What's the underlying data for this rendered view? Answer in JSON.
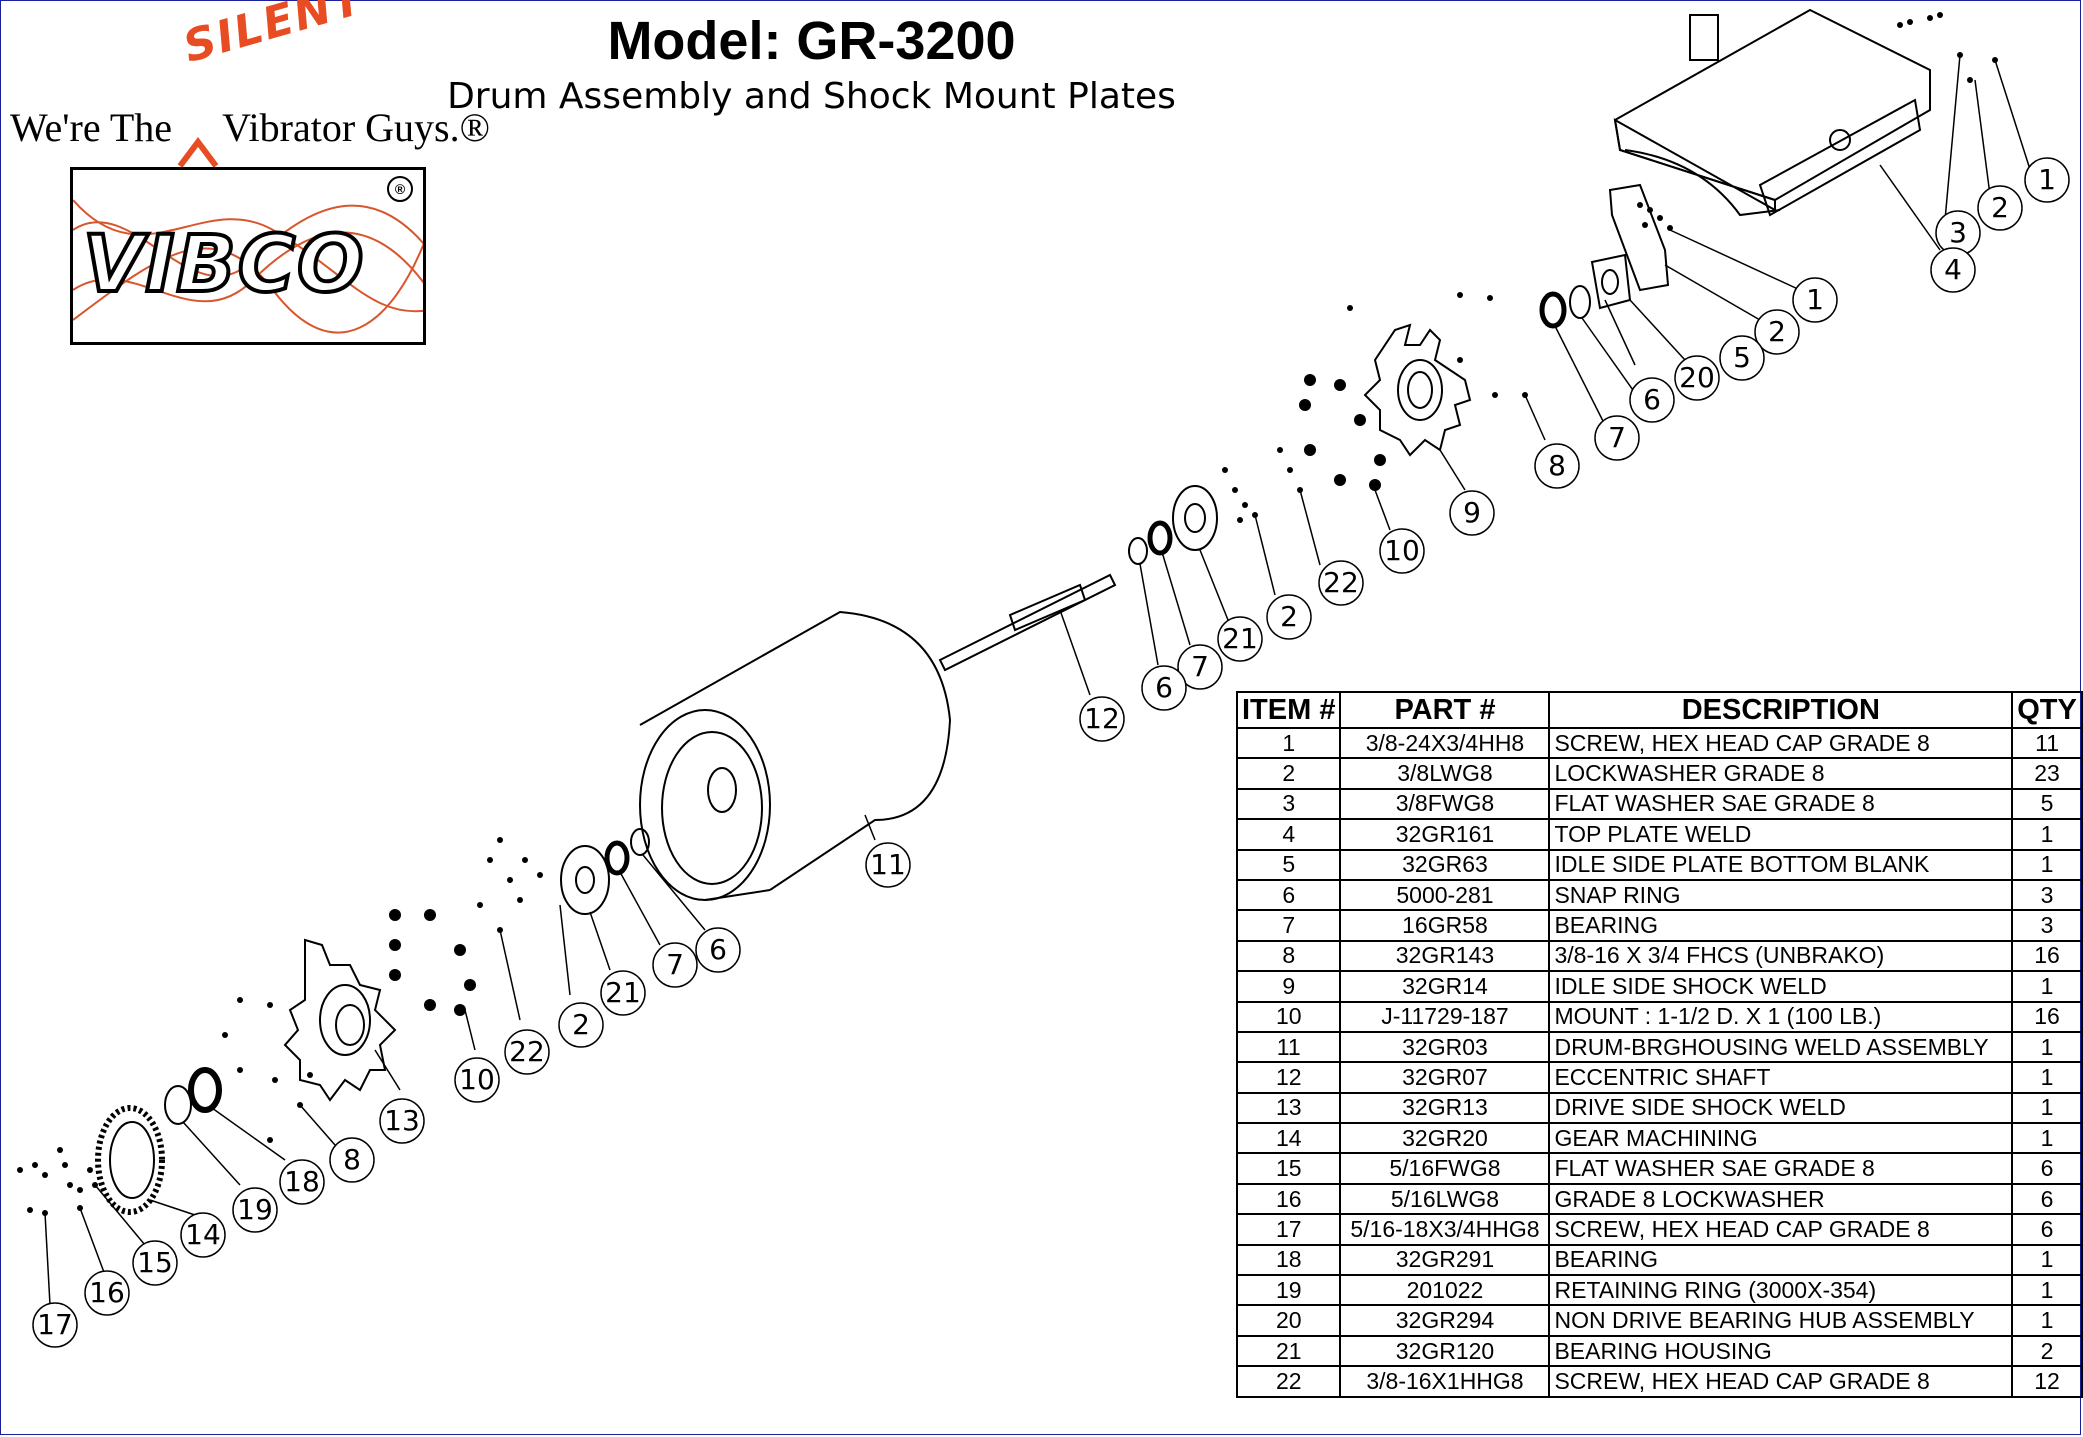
{
  "header": {
    "title": "Model: GR-3200",
    "subtitle": "Drum Assembly and Shock Mount Plates"
  },
  "branding": {
    "tagline_start": "We're The",
    "tagline_end": "Vibrator Guys.®",
    "tagline_insert": "SILENT",
    "logo_text": "VIBCO",
    "logo_mark": "®",
    "accent_color": "#e84c22"
  },
  "parts_table": {
    "headers": [
      "ITEM #",
      "PART #",
      "DESCRIPTION",
      "QTY"
    ],
    "rows": [
      {
        "item": "1",
        "part": "3/8-24X3/4HH8",
        "description": "SCREW, HEX HEAD CAP GRADE 8",
        "qty": "11"
      },
      {
        "item": "2",
        "part": "3/8LWG8",
        "description": "LOCKWASHER GRADE 8",
        "qty": "23"
      },
      {
        "item": "3",
        "part": "3/8FWG8",
        "description": "FLAT WASHER SAE GRADE 8",
        "qty": "5"
      },
      {
        "item": "4",
        "part": "32GR161",
        "description": "TOP PLATE WELD",
        "qty": "1"
      },
      {
        "item": "5",
        "part": "32GR63",
        "description": "IDLE SIDE PLATE BOTTOM BLANK",
        "qty": "1"
      },
      {
        "item": "6",
        "part": "5000-281",
        "description": "SNAP RING",
        "qty": "3"
      },
      {
        "item": "7",
        "part": "16GR58",
        "description": "BEARING",
        "qty": "3"
      },
      {
        "item": "8",
        "part": "32GR143",
        "description": "3/8-16 X 3/4 FHCS (UNBRAKO)",
        "qty": "16"
      },
      {
        "item": "9",
        "part": "32GR14",
        "description": "IDLE SIDE SHOCK WELD",
        "qty": "1"
      },
      {
        "item": "10",
        "part": "J-11729-187",
        "description": "MOUNT : 1-1/2 D. X 1 (100 LB.)",
        "qty": "16"
      },
      {
        "item": "11",
        "part": "32GR03",
        "description": "DRUM-BRGHOUSING WELD ASSEMBLY",
        "qty": "1"
      },
      {
        "item": "12",
        "part": "32GR07",
        "description": "ECCENTRIC SHAFT",
        "qty": "1"
      },
      {
        "item": "13",
        "part": "32GR13",
        "description": "DRIVE SIDE SHOCK WELD",
        "qty": "1"
      },
      {
        "item": "14",
        "part": "32GR20",
        "description": "GEAR MACHINING",
        "qty": "1"
      },
      {
        "item": "15",
        "part": "5/16FWG8",
        "description": "FLAT WASHER SAE GRADE 8",
        "qty": "6"
      },
      {
        "item": "16",
        "part": "5/16LWG8",
        "description": "GRADE 8 LOCKWASHER",
        "qty": "6"
      },
      {
        "item": "17",
        "part": "5/16-18X3/4HHG8",
        "description": "SCREW, HEX HEAD CAP GRADE 8",
        "qty": "6"
      },
      {
        "item": "18",
        "part": "32GR291",
        "description": "BEARING",
        "qty": "1"
      },
      {
        "item": "19",
        "part": "201022",
        "description": "RETAINING RING (3000X-354)",
        "qty": "1"
      },
      {
        "item": "20",
        "part": "32GR294",
        "description": "NON DRIVE BEARING HUB ASSEMBLY",
        "qty": "1"
      },
      {
        "item": "21",
        "part": "32GR120",
        "description": "BEARING HOUSING",
        "qty": "2"
      },
      {
        "item": "22",
        "part": "3/8-16X1HHG8",
        "description": "SCREW, HEX HEAD CAP GRADE 8",
        "qty": "12"
      }
    ]
  },
  "callouts": [
    "1",
    "2",
    "3",
    "4",
    "1",
    "2",
    "20",
    "5",
    "6",
    "7",
    "8",
    "9",
    "10",
    "22",
    "2",
    "21",
    "7",
    "6",
    "12",
    "11",
    "6",
    "7",
    "21",
    "2",
    "22",
    "10",
    "13",
    "8",
    "18",
    "19",
    "14",
    "15",
    "16",
    "17"
  ]
}
